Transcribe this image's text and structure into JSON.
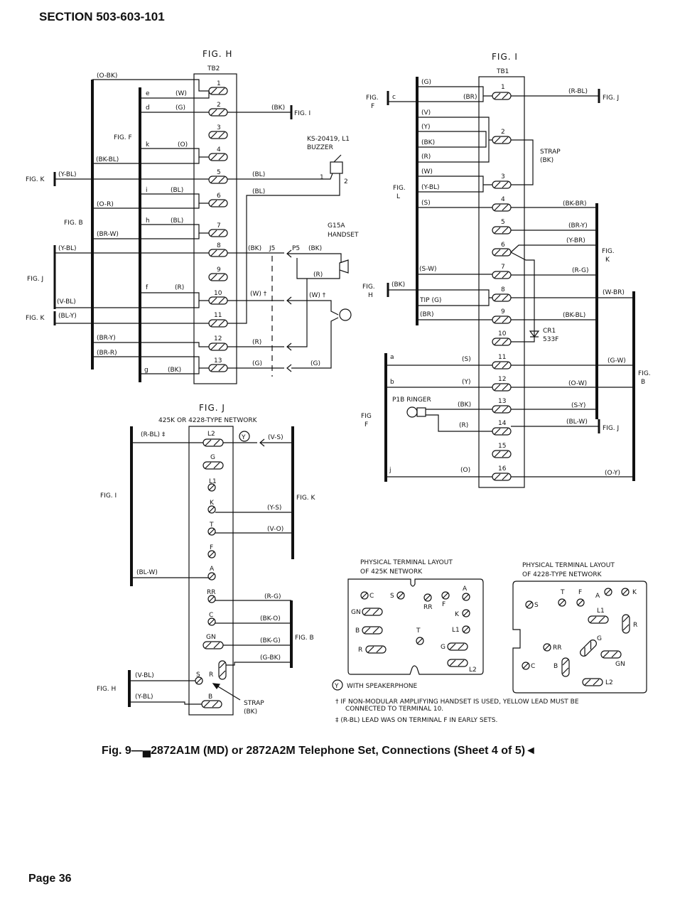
{
  "header": {
    "section": "SECTION 503-603-101"
  },
  "caption": "Fig. 9—▄2872A1M (MD) or 2872A2M Telephone Set, Connections (Sheet 4 of 5)◄",
  "footer": {
    "page": "Page 36"
  },
  "fig_h": {
    "title": "FIG. H",
    "block": "TB2",
    "buzzer": "KS-20419, L1",
    "buzzer2": "BUZZER",
    "handset": "G15A",
    "handset2": "HANDSET",
    "j5": "J5",
    "p5": "P5",
    "terminals": [
      "1",
      "2",
      "3",
      "4",
      "5",
      "6",
      "7",
      "8",
      "9",
      "10",
      "11",
      "12",
      "13"
    ],
    "letters": {
      "e": "e",
      "d": "d",
      "k": "k",
      "i": "i",
      "h": "h",
      "f": "f",
      "g": "g"
    },
    "leads_left": [
      "(O-BK)",
      "(W)",
      "(G)",
      "(O)",
      "(BK-BL)",
      "(Y-BL)",
      "(BL)",
      "(O-R)",
      "(BL)",
      "(BR-W)",
      "(Y-BL)",
      "(R)",
      "(V-BL)",
      "(BL-Y)",
      "(BR-Y)",
      "(BR-R)",
      "(BK)"
    ],
    "leads_right": [
      "(BK)",
      "(BL)",
      "(BL)",
      "(BK)",
      "(BK)",
      "(R)",
      "(W) †",
      "(W) †",
      "(R)",
      "(G)",
      "(G)"
    ],
    "figrefs": [
      "FIG. I",
      "FIG. F",
      "FIG. K",
      "FIG. B",
      "FIG. J",
      "FIG. K"
    ],
    "nums": [
      "1",
      "2"
    ]
  },
  "fig_i": {
    "title": "FIG. I",
    "block": "TB1",
    "terminals": [
      "1",
      "2",
      "3",
      "4",
      "5",
      "6",
      "7",
      "8",
      "9",
      "10",
      "11",
      "12",
      "13",
      "14",
      "15",
      "16"
    ],
    "leads_left": [
      "(G)",
      "c",
      "(BR)",
      "(V)",
      "(Y)",
      "(BK)",
      "(R)",
      "(W)",
      "(Y-BL)",
      "(S)",
      "(S-W)",
      "(BK)",
      "TIP (G)",
      "(BR)",
      "a",
      "(S)",
      "b",
      "(Y)",
      "(BK)",
      "(R)",
      "j",
      "(O)"
    ],
    "leads_right": [
      "(R-BL)",
      "(BK-BR)",
      "(BR-Y)",
      "(Y-BR)",
      "(R-G)",
      "(W-BR)",
      "(BK-BL)",
      "(G-W)",
      "(O-W)",
      "(S-Y)",
      "(BL-W)",
      "(O-Y)"
    ],
    "strap": "STRAP",
    "strap_bk": "(BK)",
    "cr1": "CR1",
    "cr1b": "533F",
    "ringer": "P1B RINGER",
    "figrefs": [
      "FIG.",
      "F",
      "FIG. J",
      "FIG.",
      "L",
      "FIG.",
      "K",
      "FIG.",
      "H",
      "FIG",
      "F",
      "FIG. J",
      "FIG.",
      "B"
    ]
  },
  "fig_j": {
    "title": "FIG. J",
    "subtitle": "425K OR 4228-TYPE NETWORK",
    "terms": [
      "L2",
      "G",
      "L1",
      "K",
      "T",
      "F",
      "A",
      "RR",
      "C",
      "GN",
      "S",
      "R",
      "B"
    ],
    "leads": [
      "(R-BL) ‡",
      "(V-S)",
      "(Y-S)",
      "(V-O)",
      "(BL-W)",
      "(R-G)",
      "(BK-O)",
      "(BK-G)",
      "(G-BK)",
      "(V-BL)",
      "(Y-BL)"
    ],
    "y_circle": "Y",
    "strap": "STRAP",
    "strap_bk": "(BK)",
    "figrefs": [
      "FIG. I",
      "FIG. K",
      "FIG. B",
      "FIG. H"
    ]
  },
  "layout_425k": {
    "title1": "PHYSICAL TERMINAL LAYOUT",
    "title2": "OF 425K NETWORK",
    "labels": [
      "C",
      "S",
      "A",
      "RR",
      "F",
      "GN",
      "K",
      "B",
      "T",
      "L1",
      "R",
      "G",
      "L2"
    ]
  },
  "layout_4228": {
    "title1": "PHYSICAL TERMINAL LAYOUT",
    "title2": "OF 4228-TYPE NETWORK",
    "labels": [
      "T",
      "F",
      "A",
      "K",
      "S",
      "L1",
      "R",
      "G",
      "RR",
      "GN",
      "C",
      "B",
      "L2"
    ]
  },
  "notes": {
    "n1": "WITH SPEAKERPHONE",
    "n1sym": "Y",
    "n2": "† IF NON-MODULAR AMPLIFYING HANDSET IS USED, YELLOW LEAD MUST BE",
    "n2b": "CONNECTED TO TERMINAL 10.",
    "n3": "‡ (R-BL) LEAD WAS ON TERMINAL F IN EARLY SETS."
  }
}
